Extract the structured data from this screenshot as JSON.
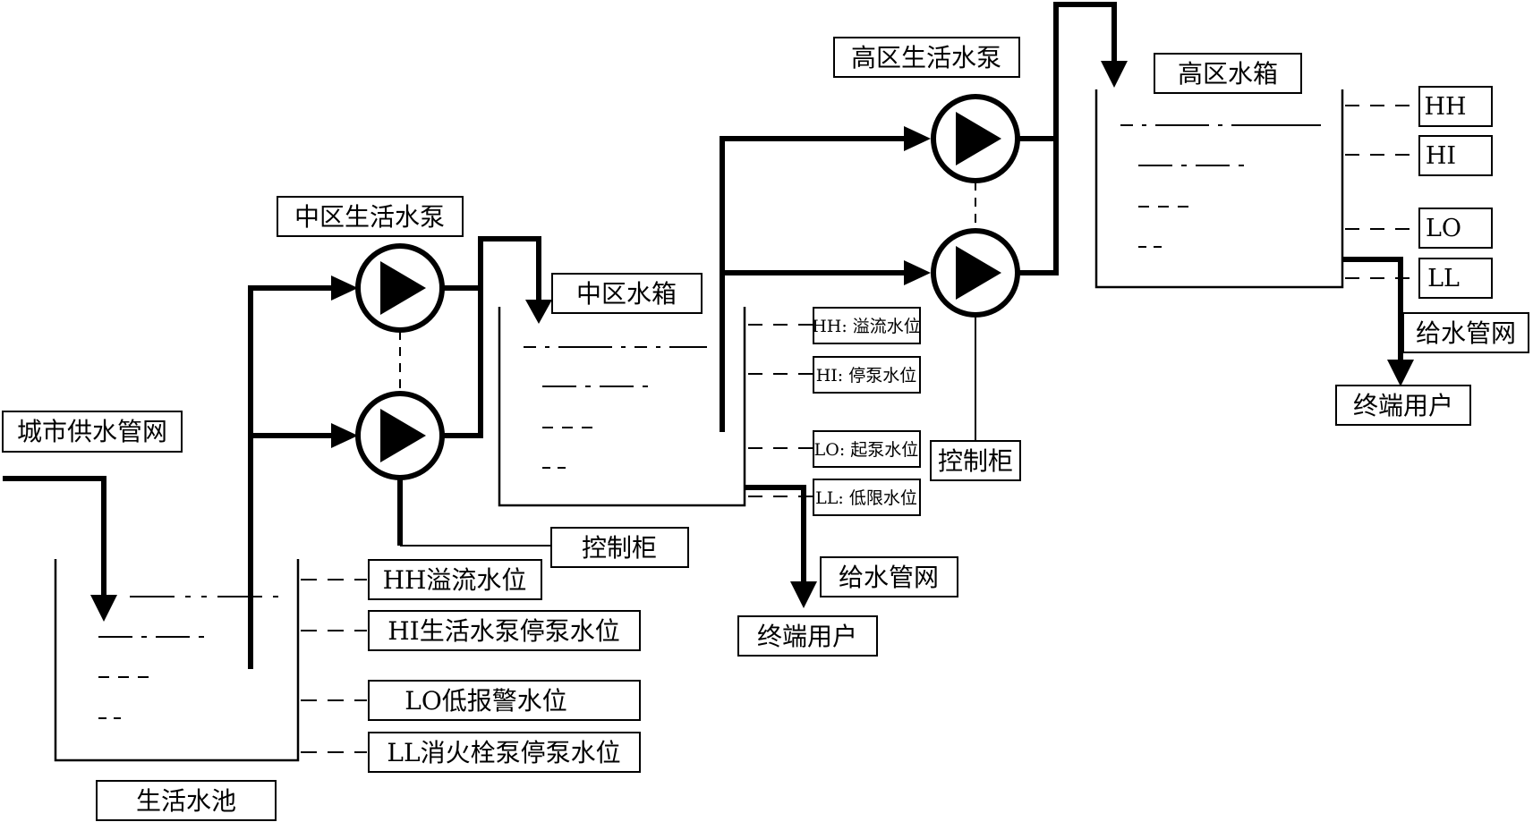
{
  "diagram": {
    "city_main": "城市供水管网",
    "domestic_pool": "生活水池",
    "pool_levels": {
      "hh": "HH溢流水位",
      "hi": "HI生活水泵停泵水位",
      "lo": "LO低报警水位",
      "ll": "LL消火栓泵停泵水位"
    },
    "mid_pump_group": "中区生活水泵",
    "mid_control_cabinet": "控制柜",
    "mid_tank": "中区水箱",
    "mid_tank_levels": {
      "hh": "HH: 溢流水位",
      "hi": "HI: 停泵水位",
      "lo": "LO: 起泵水位",
      "ll": "LL: 低限水位"
    },
    "mid_supply_network": "给水管网",
    "mid_end_users": "终端用户",
    "high_pump_group": "高区生活水泵",
    "high_control_cabinet": "控制柜",
    "high_tank": "高区水箱",
    "high_tank_levels": {
      "hh": "HH",
      "hi": "HI",
      "lo": "LO",
      "ll": "LL"
    },
    "high_supply_network": "给水管网",
    "high_end_users": "终端用户"
  }
}
